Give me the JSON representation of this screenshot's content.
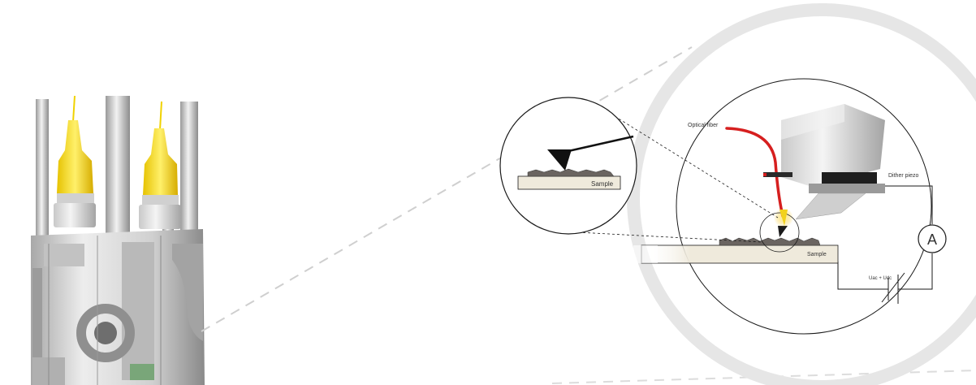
{
  "labels": {
    "optical_fiber": "Optical fiber",
    "dither_piezo": "Dither piezo",
    "sample_main": "Sample",
    "sample_zoom": "Sample",
    "voltage": "Uac + Udc",
    "ammeter": "A"
  },
  "colors": {
    "background": "#ffffff",
    "ring": "#e6e6e6",
    "dashes": "#cfcfcf",
    "fiber": "#d61f1f",
    "fiber_connector": "#f2d21b",
    "tip_glow": "#f6c21a",
    "sample_top": "#6a6460",
    "line": "#1a1a1a",
    "substrate": "#efeadc",
    "metal_light": "#e4e4e4",
    "metal_dark": "#8f8f8f"
  }
}
